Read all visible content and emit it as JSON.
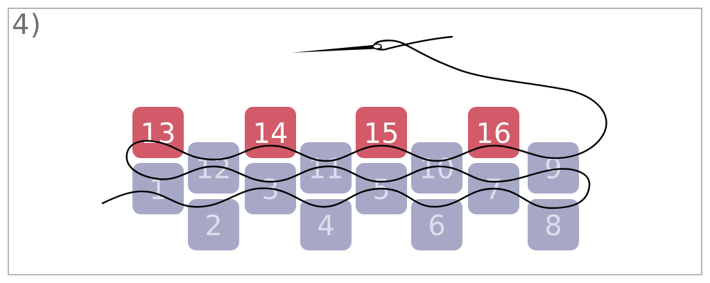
{
  "step_label": "4)",
  "colors": {
    "border": "#b5b5b5",
    "step_label": "#707070",
    "grey_bead": "#a6a8c6",
    "grey_bead_text": "#dcdeec",
    "red_bead": "#d35a68",
    "red_bead_text": "#ffffff",
    "thread": "#000000"
  },
  "beads": [
    {
      "label": "1",
      "color": "grey"
    },
    {
      "label": "2",
      "color": "grey"
    },
    {
      "label": "3",
      "color": "grey"
    },
    {
      "label": "4",
      "color": "grey"
    },
    {
      "label": "5",
      "color": "grey"
    },
    {
      "label": "6",
      "color": "grey"
    },
    {
      "label": "7",
      "color": "grey"
    },
    {
      "label": "8",
      "color": "grey"
    },
    {
      "label": "9",
      "color": "grey"
    },
    {
      "label": "10",
      "color": "grey"
    },
    {
      "label": "11",
      "color": "grey"
    },
    {
      "label": "12",
      "color": "grey"
    },
    {
      "label": "13",
      "color": "red"
    },
    {
      "label": "14",
      "color": "red"
    },
    {
      "label": "15",
      "color": "red"
    },
    {
      "label": "16",
      "color": "red"
    }
  ],
  "needle_icon": "needle-icon",
  "thread_icon": "thread-icon"
}
